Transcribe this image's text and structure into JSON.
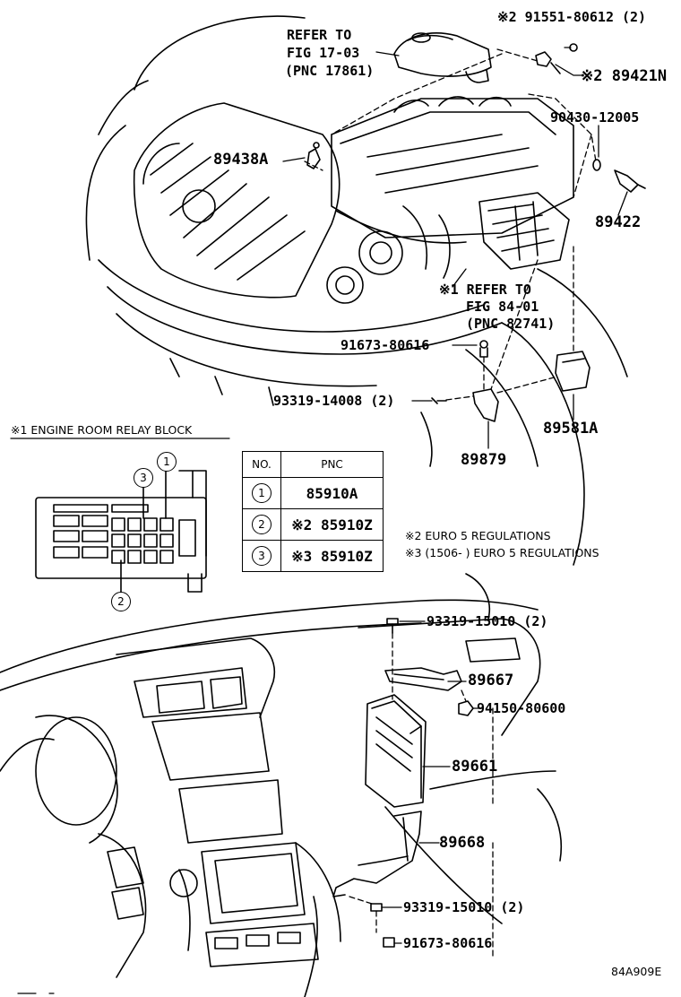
{
  "figure_code": "84A909E",
  "callouts": {
    "refer_17": [
      "REFER TO",
      "FIG 17-03",
      "(PNC 17861)"
    ],
    "refer_84": [
      "※1 REFER TO",
      "FIG 84-01",
      "(PNC 82741)"
    ],
    "p_91551": "※2 91551-80612 (2)",
    "p_89421N": "※2 89421N",
    "p_90430": "90430-12005",
    "p_89438A": "89438A",
    "p_89422": "89422",
    "p_91673_top": "91673-80616",
    "p_93319_14008": "93319-14008 (2)",
    "p_89581A": "89581A",
    "p_89879": "89879",
    "p_93319_15010_top": "93319-15010 (2)",
    "p_89667": "89667",
    "p_94150": "94150-80600",
    "p_89661": "89661",
    "p_89668": "89668",
    "p_93319_15010_bot": "93319-15010 (2)",
    "p_91673_bot": "91673-80616"
  },
  "relay_block": {
    "title": "※1  ENGINE ROOM RELAY BLOCK",
    "markers": [
      "1",
      "2",
      "3"
    ]
  },
  "pnc_table": {
    "headers": [
      "NO.",
      "PNC"
    ],
    "rows": [
      {
        "no": "1",
        "pnc": "85910A"
      },
      {
        "no": "2",
        "pnc": "※2 85910Z"
      },
      {
        "no": "3",
        "pnc": "※3 85910Z"
      }
    ]
  },
  "notes": [
    "※2  EURO 5 REGULATIONS",
    "※3  (1506-        ) EURO 5 REGULATIONS"
  ]
}
